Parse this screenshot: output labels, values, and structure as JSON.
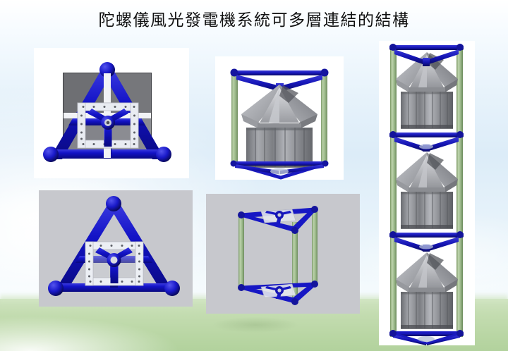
{
  "slide": {
    "title": "陀螺儀風光發電機系統可多層連結的結構",
    "background": {
      "sky_color": "#e2effa",
      "ground_color": "#bdd8a8"
    }
  },
  "colors": {
    "frame_blue": "#1414cc",
    "frame_blue_dark": "#0a0a8c",
    "column_green": "#9ab98a",
    "turbine_gray": "#8d8f94",
    "turbine_gray_light": "#c5c7cb",
    "roof_gray": "#a9abb0",
    "plate_white": "#e9ecf2",
    "panel_gray_bg": "#c7c8cd",
    "base_plate_gray": "#6f7074",
    "title_color": "#111111"
  },
  "figures": [
    {
      "id": "fig-top-left",
      "name": "plan-view-with-base-plate",
      "caption": "",
      "view": "top",
      "background": "#ffffff",
      "parts": [
        "triangular-blue-frame",
        "square-gray-base-plate",
        "white-mounting-plate",
        "y-shaped-hub"
      ]
    },
    {
      "id": "fig-top-mid",
      "name": "single-turbine-unit",
      "caption": "",
      "view": "isometric",
      "background": "#ffffff",
      "parts": [
        "blue-top-frame",
        "green-columns",
        "solar-roof",
        "vertical-rotor-blades",
        "blue-base-frame"
      ]
    },
    {
      "id": "fig-bottom-left",
      "name": "plan-view-frame-only",
      "caption": "",
      "view": "top",
      "background": "#c7c8cd",
      "parts": [
        "triangular-blue-frame",
        "white-mounting-plate",
        "y-shaped-hub"
      ]
    },
    {
      "id": "fig-bottom-mid",
      "name": "empty-triangular-prism-frame",
      "caption": "",
      "view": "isometric",
      "background": "#c7c8cd",
      "parts": [
        "blue-top-triangle",
        "blue-bottom-triangle",
        "green-columns",
        "hub-plates"
      ]
    },
    {
      "id": "fig-right",
      "name": "three-stage-stacked-tower",
      "caption": "",
      "view": "elevation",
      "background": "#ffffff",
      "stage_count": 3,
      "parts": [
        "green-columns",
        "blue-cross-braces",
        "turbine-stage-1",
        "turbine-stage-2",
        "turbine-stage-3"
      ]
    }
  ]
}
